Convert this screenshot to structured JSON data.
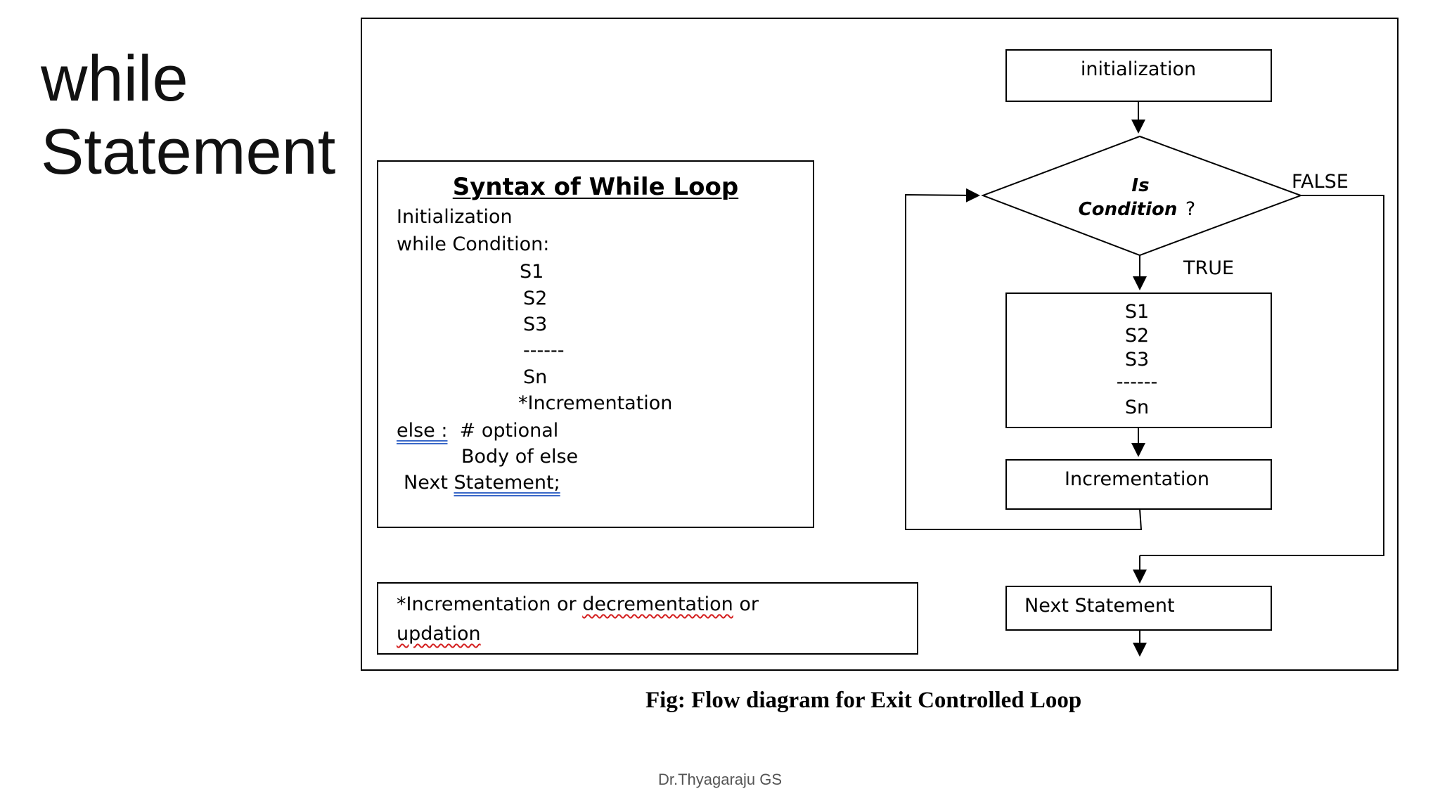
{
  "slide": {
    "title_line1": "while",
    "title_line2": "Statement",
    "footer": "Dr.Thyagaraju GS"
  },
  "syntax": {
    "heading": "Syntax of While Loop",
    "line_init": "Initialization",
    "line_while": "while Condition:",
    "line_s1": "S1",
    "line_s2": "S2",
    "line_s3": "S3",
    "line_dash": "------",
    "line_sn": "Sn",
    "line_incr": "*Incrementation",
    "else_kw": "else :",
    "else_comment": "  # optional",
    "else_body": "Body of else",
    "next_prefix": "Next ",
    "next_kw": "Statement;"
  },
  "note": {
    "part1": "*Incrementation or ",
    "part2": "decrementation",
    "part3": " or",
    "line2": "updation"
  },
  "flowchart": {
    "init_label": "initialization",
    "condition_is": "Is",
    "condition_label": "Condition",
    "condition_q": "?",
    "false_label": "FALSE",
    "true_label": "TRUE",
    "body_lines": [
      "S1",
      "S2",
      "S3",
      "------",
      "Sn"
    ],
    "incr_label": "Incrementation",
    "next_label": "Next Statement"
  },
  "caption": "Fig: Flow diagram for Exit Controlled Loop"
}
